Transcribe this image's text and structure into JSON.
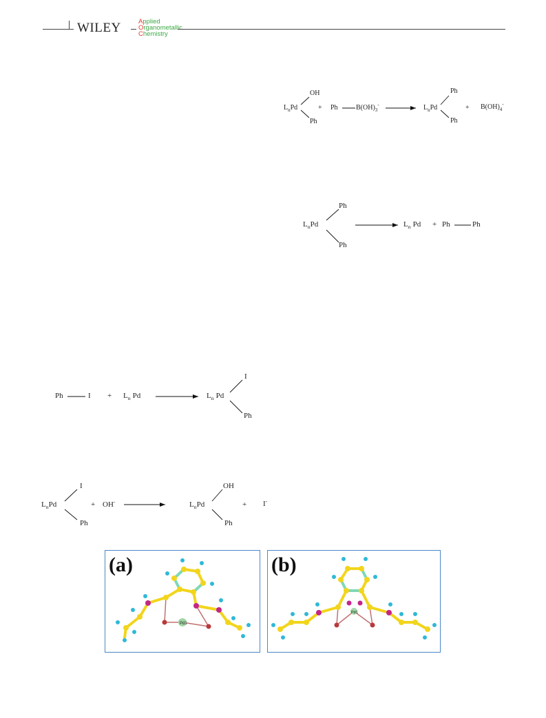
{
  "header": {
    "publisher": "WILEY",
    "journal_lines": [
      "Applied",
      "Organometallic",
      "Chemistry"
    ]
  },
  "scheme1": {
    "ln": "L",
    "n": "n",
    "pd": "Pd",
    "oh": "OH",
    "ph": "Ph",
    "plus": "+",
    "boronate_pre": "B(OH)",
    "boronate_sub": "3",
    "boronate_sup": "-",
    "borate_pre": "B(OH)",
    "borate_sub": "4",
    "borate_sup": "-"
  },
  "scheme2": {
    "ln": "L",
    "n": "n",
    "pd": "Pd",
    "ph": "Ph",
    "plus": "+"
  },
  "scheme3": {
    "ph": "Ph",
    "i": "I",
    "plus": "+",
    "ln": "L",
    "n": "n",
    "pd": "Pd"
  },
  "scheme4": {
    "ln": "L",
    "n": "n",
    "pd": "Pd",
    "i": "I",
    "ph": "Ph",
    "oh_minus": "OH",
    "minus": "-",
    "oh": "OH",
    "plus": "+",
    "iodide": "I"
  },
  "figure": {
    "panel_a_label": "(a)",
    "panel_b_label": "(b)",
    "pd_atom_label": "Pd1",
    "colors": {
      "carbon": "#f2d51c",
      "hydrogen": "#2fb8d8",
      "nitrogen": "#c2268a",
      "oxygen": "#b83a3a",
      "palladium": "#9fd6a3",
      "aromatic": "#7fd8b8",
      "border": "#4a86c5"
    }
  }
}
